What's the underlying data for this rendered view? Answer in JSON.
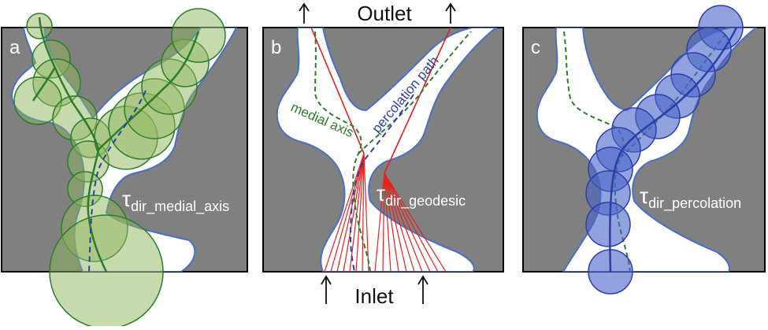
{
  "panels": {
    "a": {
      "letter": "a",
      "tau": "τ",
      "subscript": "dir_medial_axis"
    },
    "b": {
      "letter": "b",
      "tau": "τ",
      "subscript": "dir_geodesic",
      "medial_axis_label": "medial axis",
      "percolation_path_label": "percolation path",
      "outlet_label": "Outlet",
      "inlet_label": "Inlet"
    },
    "c": {
      "letter": "c",
      "tau": "τ",
      "subscript": "dir_percolation"
    }
  },
  "colors": {
    "solid": "#808080",
    "pore_edge": "#4a6fc7",
    "green_line": "#2a7d2a",
    "green_circle_fill": "#8fb55e",
    "blue_circle_fill": "#4a64c8",
    "blue_line": "#2b3fa8",
    "geodesic": "#e8211c"
  }
}
